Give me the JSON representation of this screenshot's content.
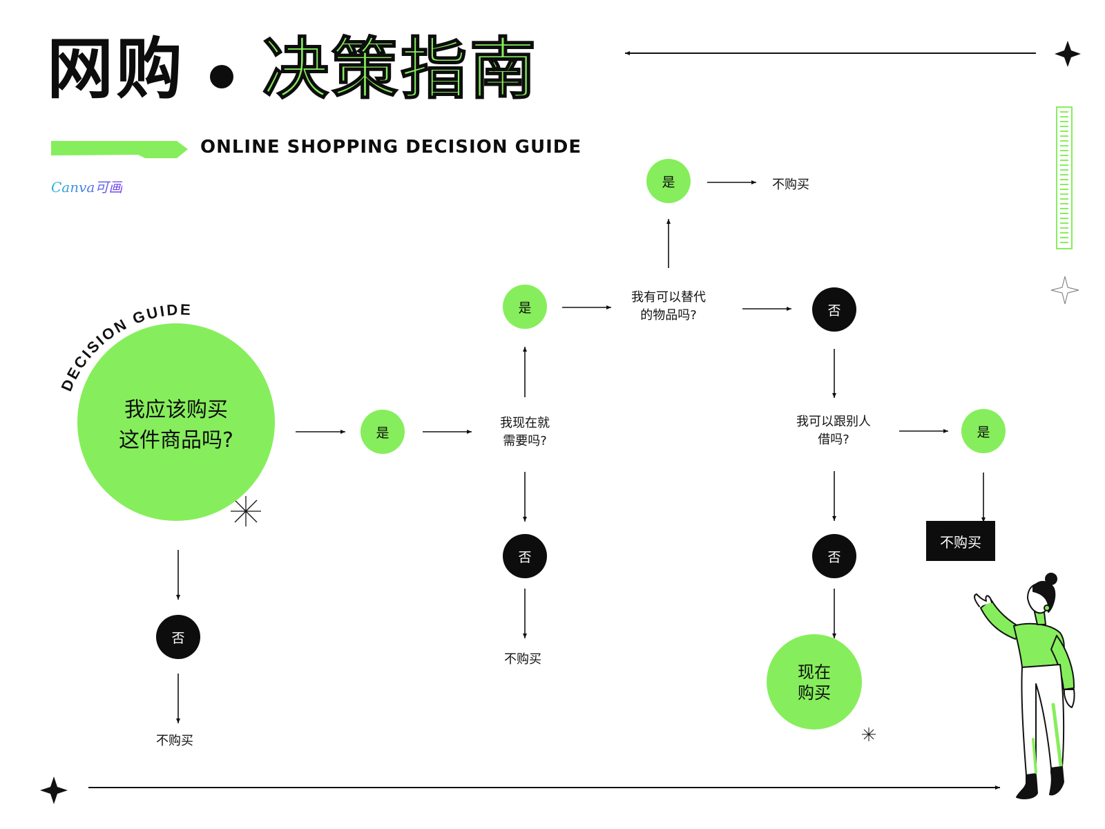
{
  "header": {
    "title_black": "网购",
    "title_green": "决策指南",
    "subtitle": "ONLINE SHOPPING DECISION GUIDE",
    "brand": "Canva可画"
  },
  "badge": {
    "curved_text": "DECISION GUIDE"
  },
  "colors": {
    "accent_green": "#86ee5c",
    "black": "#0d0d0d",
    "white": "#ffffff"
  },
  "nodes": {
    "start_question": "我应该购买\n这件商品吗?",
    "start_no": "否",
    "start_no_result": "不购买",
    "start_yes": "是",
    "need_now_question": "我现在就\n需要吗?",
    "need_now_no": "否",
    "need_now_no_result": "不购买",
    "need_now_yes": "是",
    "substitute_question": "我有可以替代\n的物品吗?",
    "substitute_yes": "是",
    "substitute_yes_result": "不购买",
    "substitute_no": "否",
    "borrow_question": "我可以跟别人\n借吗?",
    "borrow_yes": "是",
    "borrow_yes_result": "不购买",
    "borrow_no": "否",
    "buy_now": "现在\n购买"
  }
}
